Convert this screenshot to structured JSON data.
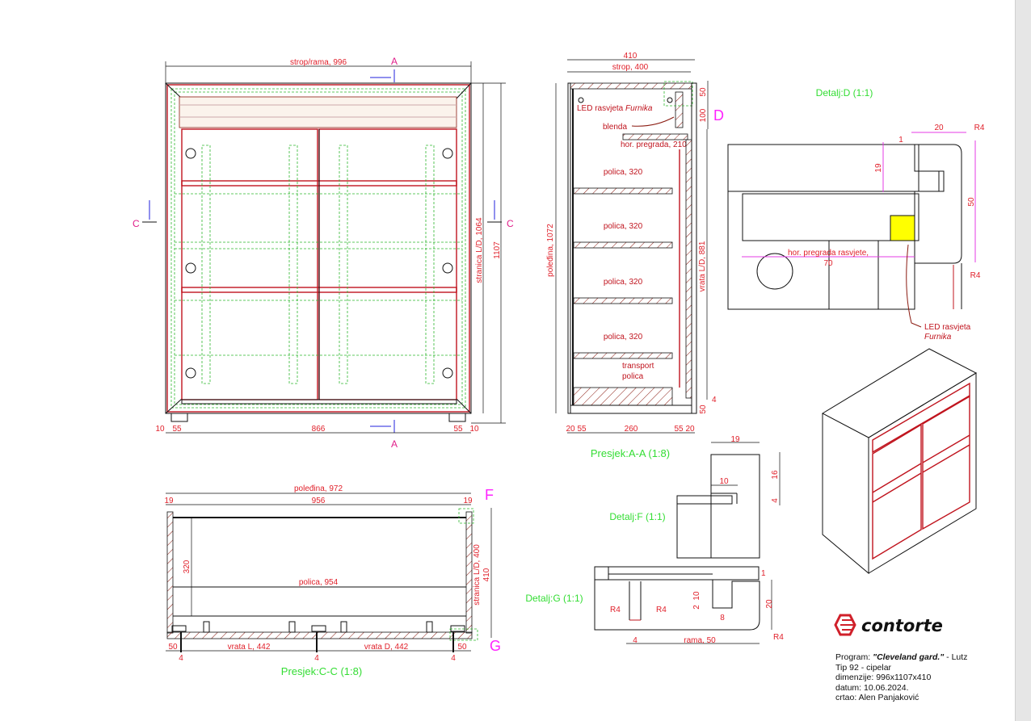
{
  "front_view": {
    "top_dim": "strop/rama, 996",
    "section_a_top": "A",
    "section_a_bottom": "A",
    "section_c_left": "C",
    "section_c_right": "C",
    "side_dim": "stranica L/D, 1064",
    "height_dim": "1107",
    "bottom_dims": [
      "10",
      "55",
      "866",
      "55",
      "10"
    ]
  },
  "section_aa": {
    "width_dim": "410",
    "top_dim": "strop, 400",
    "back_dim": "poleđina, 1072",
    "door_dim": "vrata L/D, 881",
    "led_label": "LED rasvjeta",
    "led_brand": "Furnika",
    "blende_label": "blenda",
    "partition_label": "hor. pregrada, 210",
    "shelf_labels": [
      "polica, 320",
      "polica, 320",
      "polica, 320",
      "polica, 320"
    ],
    "transport_label_1": "transport",
    "transport_label_2": "polica",
    "right_dims": [
      "50",
      "100",
      "50",
      "4"
    ],
    "bottom_dims": [
      "20",
      "55",
      "260",
      "55",
      "20"
    ],
    "detail_marker": "D",
    "title": "Presjek:A-A (1:8)"
  },
  "detail_d": {
    "title": "Detalj:D (1:1)",
    "dims": [
      "20",
      "R4",
      "1",
      "19",
      "50",
      "R4"
    ],
    "partition_label": "hor. pregrada rasvjete,",
    "partition_value": "70",
    "led_label": "LED rasvjeta",
    "led_brand": "Furnika",
    "led_color": "#ffff00"
  },
  "section_cc": {
    "back_dim": "poleđina, 972",
    "inner_dim": "956",
    "side_small": [
      "19",
      "19"
    ],
    "depth_dim": "320",
    "shelf_dim": "polica, 954",
    "side_dim": "stranica L/D, 400",
    "total_depth": "410",
    "door_left": "vrata L, 442",
    "door_right": "vrata D, 442",
    "edge_dims": [
      "50",
      "50"
    ],
    "gap_dims": [
      "4",
      "4",
      "4"
    ],
    "marker_f": "F",
    "marker_g": "G",
    "title": "Presjek:C-C (1:8)"
  },
  "detail_f": {
    "title": "Detalj:F (1:1)",
    "dims": [
      "19",
      "10",
      "16",
      "4"
    ]
  },
  "detail_g": {
    "title": "Detalj:G (1:1)",
    "dims": [
      "R4",
      "R4",
      "10",
      "2",
      "8",
      "20",
      "4",
      "rama, 50",
      "R4",
      "1"
    ]
  },
  "title_block": {
    "logo": "contorte",
    "brand_color": "#d0202a",
    "program_label": "Program:",
    "program_name": "\"Cleveland gard.\"",
    "program_suffix": " - Lutz",
    "type": "Tip 92 - cipelar",
    "dimensions": "dimenzije: 996x1107x410",
    "date": "datum: 10.06.2024.",
    "author": "crtao: Alen Panjaković"
  }
}
